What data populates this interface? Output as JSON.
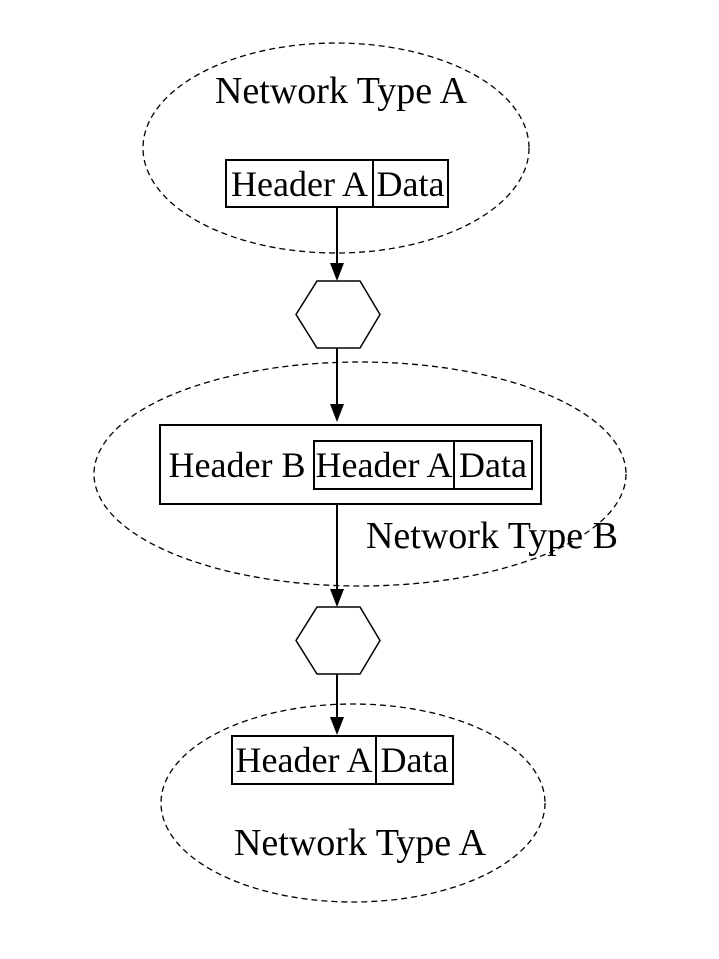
{
  "networks": {
    "top": {
      "label": "Network Type A"
    },
    "middle": {
      "label": "Network Type B"
    },
    "bottom": {
      "label": "Network Type A"
    }
  },
  "packets": {
    "top": {
      "cells": [
        "Header A",
        "Data"
      ]
    },
    "middle": {
      "outer_cell": "Header B",
      "inner_cells": [
        "Header A",
        "Data"
      ]
    },
    "bottom": {
      "cells": [
        "Header A",
        "Data"
      ]
    }
  },
  "icons": {
    "router_nodes": [
      "router-hexagon-icon",
      "router-hexagon-icon"
    ],
    "arrows": [
      "down-arrow",
      "down-arrow",
      "down-arrow",
      "down-arrow"
    ]
  },
  "colors": {
    "line": "#000000",
    "background": "#ffffff"
  }
}
